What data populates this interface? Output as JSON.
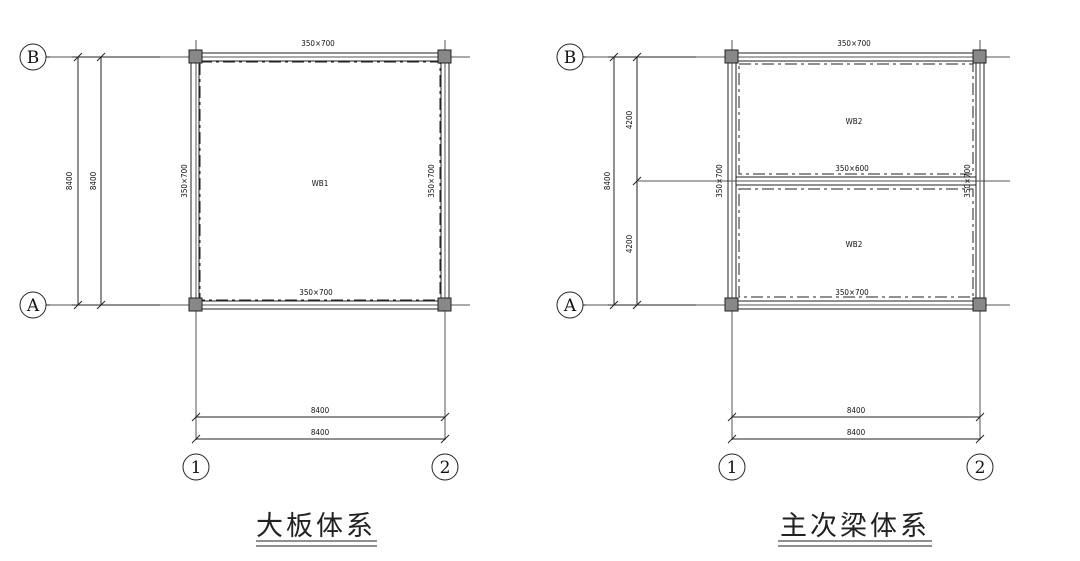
{
  "left_plan": {
    "title": "大板体系",
    "axes": {
      "top": "B",
      "bottom": "A",
      "left": "1",
      "right": "2"
    },
    "beam_top": "350×700",
    "beam_bottom": "350×700",
    "beam_left": "350×700",
    "beam_right": "350×700",
    "slab": "WB1",
    "dim_outer_v": "8400",
    "dim_inner_v": "8400",
    "dim_h1": "8400",
    "dim_h2": "8400"
  },
  "right_plan": {
    "title": "主次梁体系",
    "axes": {
      "top": "B",
      "bottom": "A",
      "left": "1",
      "right": "2"
    },
    "beam_top": "350×700",
    "beam_mid": "350×600",
    "beam_bottom": "350×700",
    "beam_left": "350×700",
    "beam_right": "350×700",
    "slab_upper": "WB2",
    "slab_lower": "WB2",
    "dim_outer_v": "8400",
    "dim_upper_v": "4200",
    "dim_lower_v": "4200",
    "dim_h1": "8400",
    "dim_h2": "8400"
  }
}
